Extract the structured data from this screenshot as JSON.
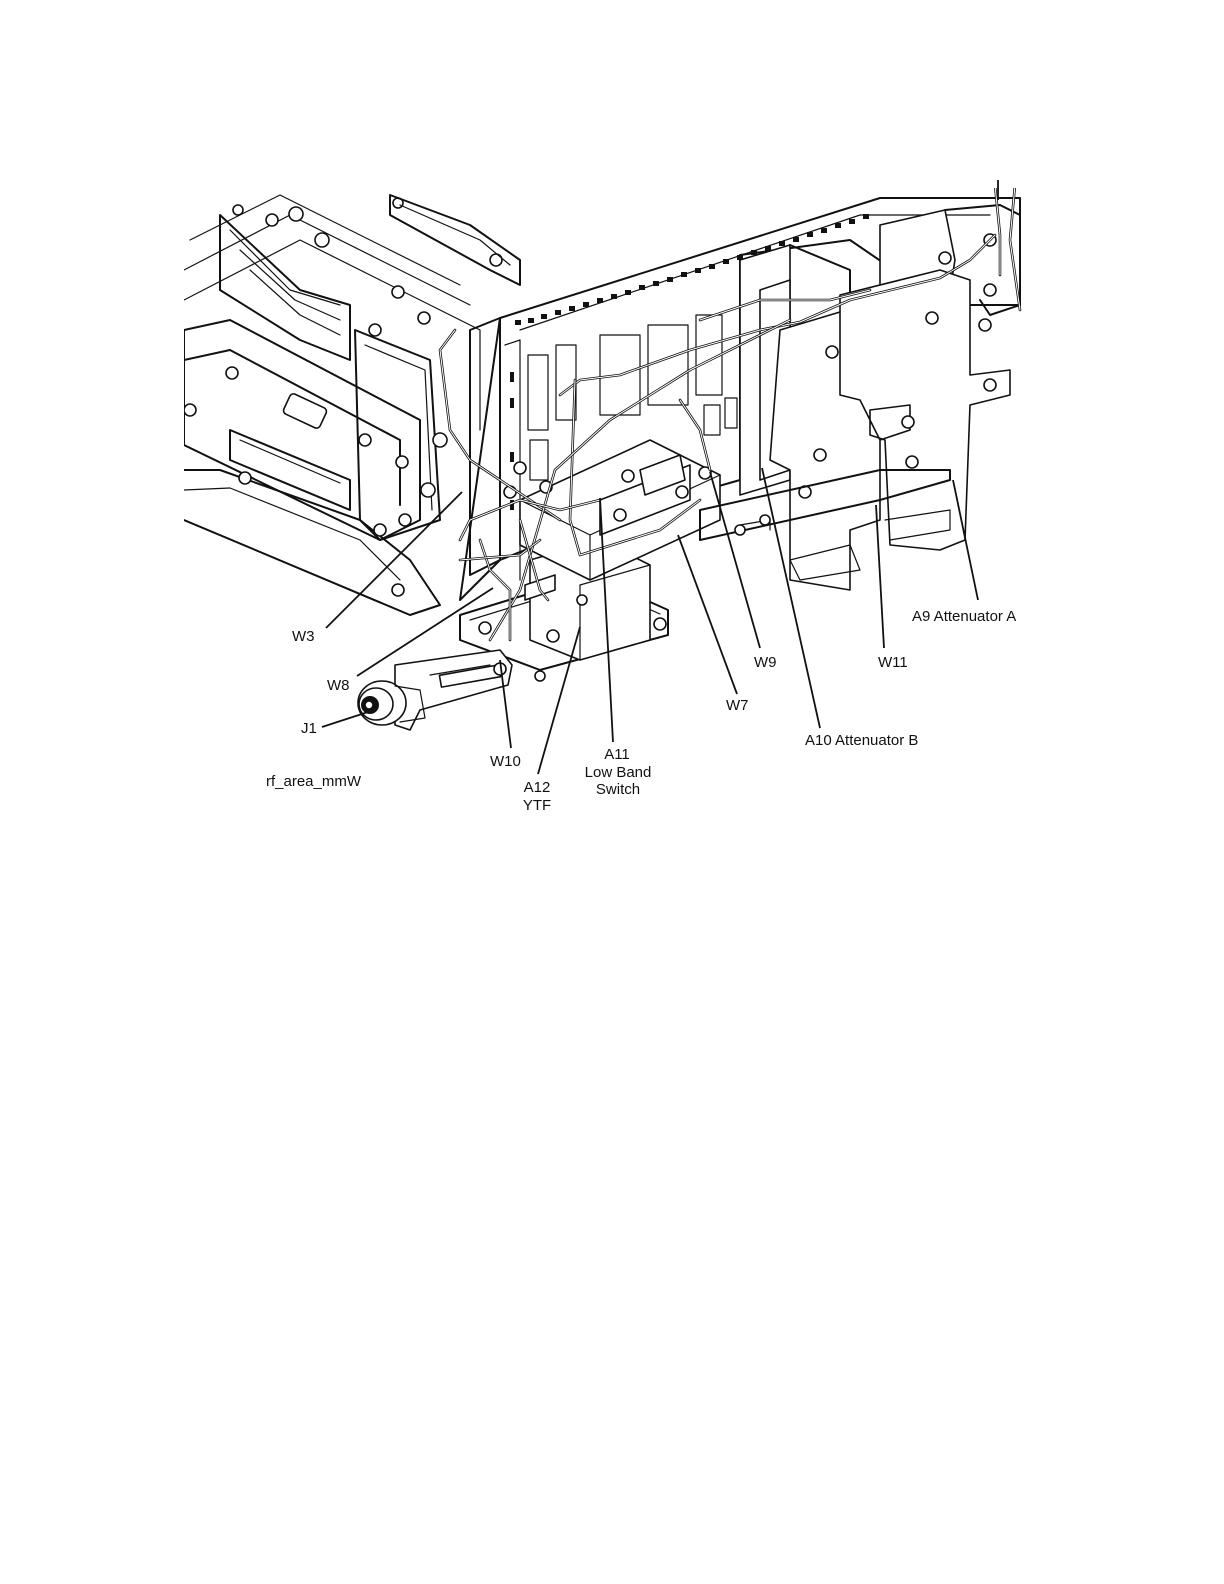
{
  "diagram": {
    "caption": "rf_area_mmW",
    "callouts": {
      "w3": "W3",
      "w8": "W8",
      "j1": "J1",
      "w10": "W10",
      "a12_line1": "A12",
      "a12_line2": "YTF",
      "a11_line1": "A11",
      "a11_line2": "Low Band",
      "a11_line3": "Switch",
      "w7": "W7",
      "w9": "W9",
      "a10": "A10 Attenuator B",
      "w11": "W11",
      "a9": "A9 Attenuator A"
    }
  }
}
